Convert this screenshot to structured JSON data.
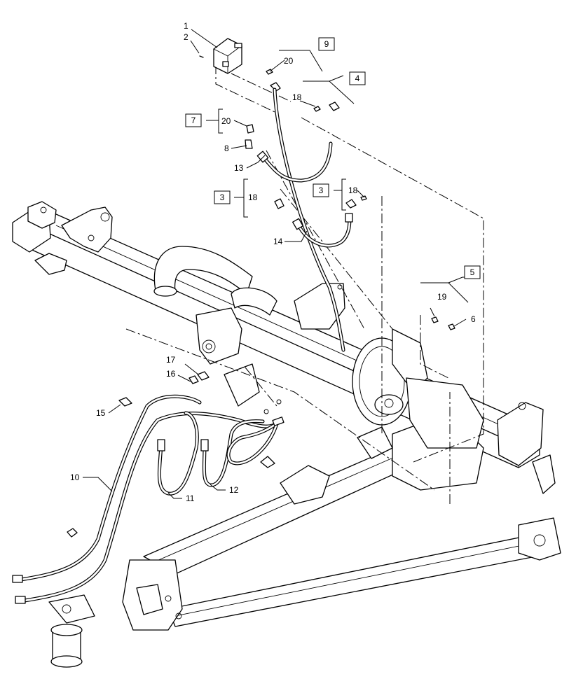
{
  "callouts": {
    "c1": "1",
    "c2": "2",
    "c6": "6",
    "c8": "8",
    "c10": "10",
    "c11": "11",
    "c12": "12",
    "c13": "13",
    "c14": "14",
    "c15": "15",
    "c16": "16",
    "c17": "17",
    "c18a": "18",
    "c18b": "18",
    "c18c": "18",
    "c19": "19",
    "c20a": "20",
    "c20b": "20"
  },
  "ref_boxes": {
    "b9": "9",
    "b4": "4",
    "b7": "7",
    "b3a": "3",
    "b3b": "3",
    "b5": "5"
  }
}
